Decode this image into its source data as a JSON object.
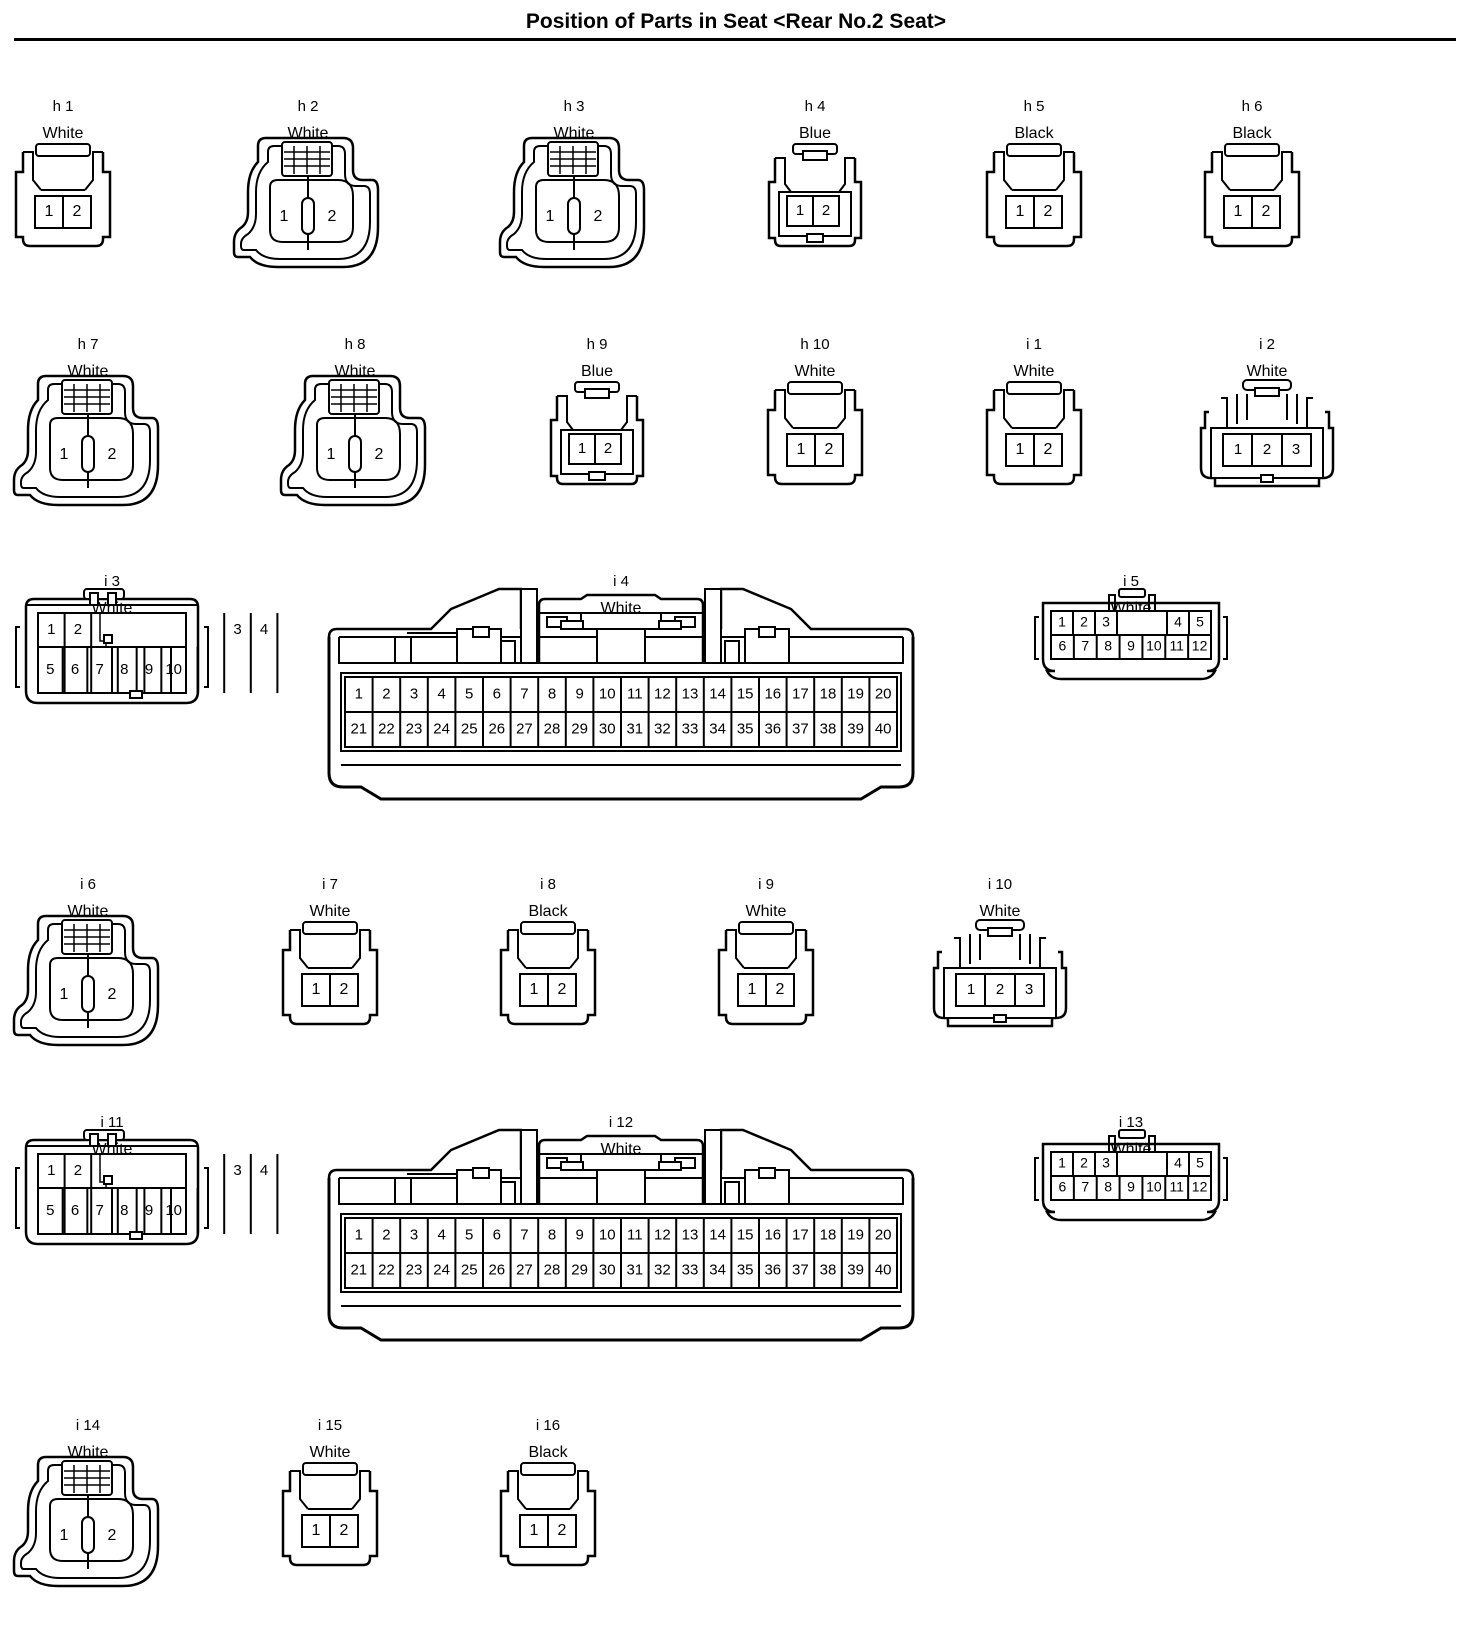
{
  "title": "Position of Parts in Seat <Rear No.2 Seat>",
  "connectors": [
    {
      "code": "h 1",
      "color": "White",
      "type": "2p"
    },
    {
      "code": "h 2",
      "color": "White",
      "type": "2w"
    },
    {
      "code": "h 3",
      "color": "White",
      "type": "2w"
    },
    {
      "code": "h 4",
      "color": "Blue",
      "type": "2b"
    },
    {
      "code": "h 5",
      "color": "Black",
      "type": "2p"
    },
    {
      "code": "h 6",
      "color": "Black",
      "type": "2p"
    },
    {
      "code": "h 7",
      "color": "White",
      "type": "2w"
    },
    {
      "code": "h 8",
      "color": "White",
      "type": "2w"
    },
    {
      "code": "h 9",
      "color": "Blue",
      "type": "2b"
    },
    {
      "code": "h 10",
      "color": "White",
      "type": "2p"
    },
    {
      "code": "i 1",
      "color": "White",
      "type": "2p"
    },
    {
      "code": "i 2",
      "color": "White",
      "type": "3p"
    },
    {
      "code": "i 3",
      "color": "White",
      "type": "10p"
    },
    {
      "code": "i 4",
      "color": "White",
      "type": "40p"
    },
    {
      "code": "i 5",
      "color": "White",
      "type": "12p"
    },
    {
      "code": "i 6",
      "color": "White",
      "type": "2w"
    },
    {
      "code": "i 7",
      "color": "White",
      "type": "2p"
    },
    {
      "code": "i 8",
      "color": "Black",
      "type": "2p"
    },
    {
      "code": "i 9",
      "color": "White",
      "type": "2p"
    },
    {
      "code": "i 10",
      "color": "White",
      "type": "3p"
    },
    {
      "code": "i 11",
      "color": "White",
      "type": "10p"
    },
    {
      "code": "i 12",
      "color": "White",
      "type": "40p"
    },
    {
      "code": "i 13",
      "color": "White",
      "type": "12p"
    },
    {
      "code": "i 14",
      "color": "White",
      "type": "2w"
    },
    {
      "code": "i 15",
      "color": "White",
      "type": "2p"
    },
    {
      "code": "i 16",
      "color": "Black",
      "type": "2p"
    }
  ]
}
